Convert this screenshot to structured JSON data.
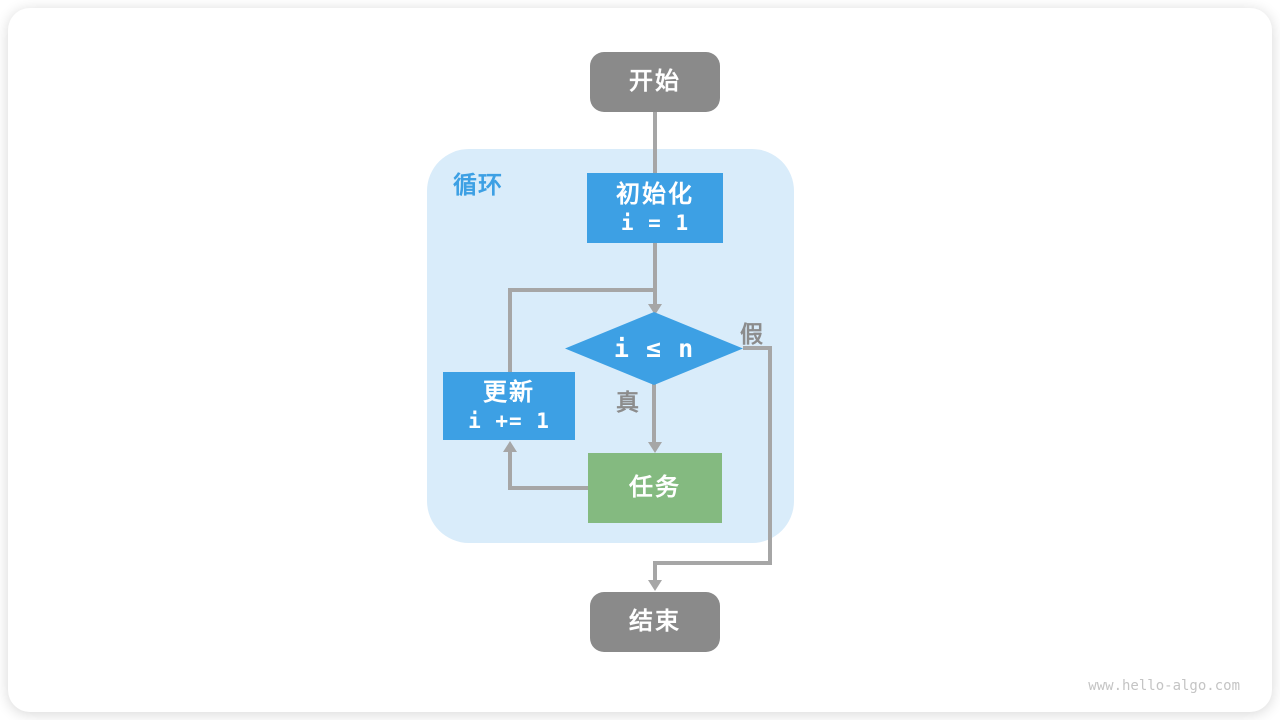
{
  "diagram": {
    "title_context": "loop-flowchart",
    "loop_label": "循环",
    "nodes": {
      "start": {
        "label": "开始"
      },
      "init": {
        "title": "初始化",
        "code": "i = 1"
      },
      "condition": {
        "code": "i ≤ n"
      },
      "update": {
        "title": "更新",
        "code": "i += 1"
      },
      "task": {
        "label": "任务"
      },
      "end": {
        "label": "结束"
      }
    },
    "edge_labels": {
      "true_label": "真",
      "false_label": "假"
    },
    "watermark": "www.hello-algo.com",
    "colors": {
      "node_blue": "#3da0e4",
      "node_green": "#84ba80",
      "node_gray": "#8a8a8a",
      "loop_container_bg": "#d9ecfa",
      "loop_label_text": "#3da0e4",
      "connector_line": "#a6a6a6",
      "edge_label_text": "#8c8c8c",
      "watermark_text": "#c4c4c4",
      "card_bg": "#ffffff"
    }
  }
}
